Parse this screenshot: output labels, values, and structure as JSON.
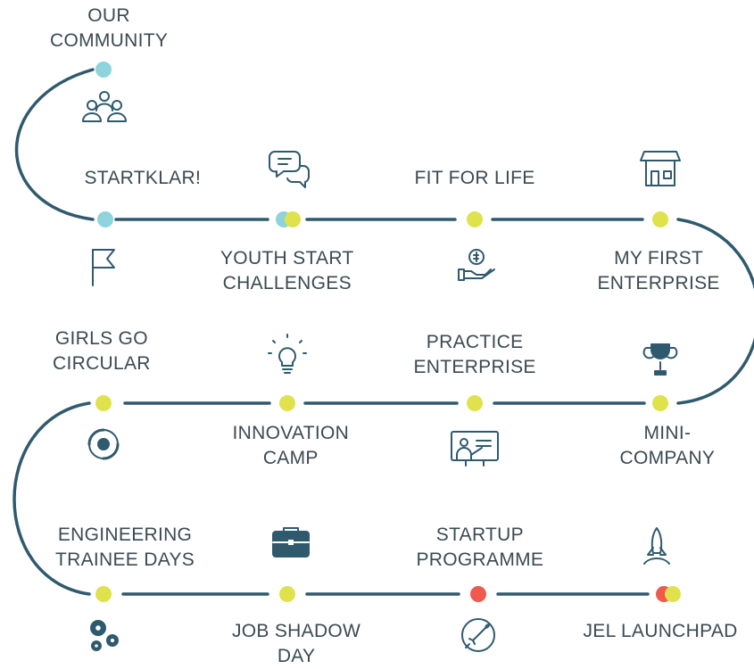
{
  "colors": {
    "line": "#2f5a6e",
    "teal_dot": "#8fd3dc",
    "yellow_dot": "#dfe24c",
    "red_dot": "#f05a4e",
    "text": "#3b4a52",
    "icon": "#2f5a6e"
  },
  "steps": [
    {
      "id": "our-community",
      "lines": [
        "OUR",
        "COMMUNITY"
      ],
      "dots": [
        "teal"
      ],
      "icon": "people-group-icon"
    },
    {
      "id": "startklar",
      "lines": [
        "STARTKLAR!"
      ],
      "dots": [
        "teal"
      ],
      "icon": "flag-icon"
    },
    {
      "id": "youth-start-challenges",
      "lines": [
        "YOUTH START",
        "CHALLENGES"
      ],
      "dots": [
        "teal",
        "yellow"
      ],
      "icon": "chat-bubbles-icon"
    },
    {
      "id": "fit-for-life",
      "lines": [
        "FIT FOR LIFE"
      ],
      "dots": [
        "yellow"
      ],
      "icon": "hand-coin-icon"
    },
    {
      "id": "my-first-enterprise",
      "lines": [
        "MY FIRST",
        "ENTERPRISE"
      ],
      "dots": [
        "yellow"
      ],
      "icon": "storefront-icon"
    },
    {
      "id": "mini-company",
      "lines": [
        "MINI-",
        "COMPANY"
      ],
      "dots": [
        "yellow"
      ],
      "icon": "trophy-icon"
    },
    {
      "id": "practice-enterprise",
      "lines": [
        "PRACTICE",
        "ENTERPRISE"
      ],
      "dots": [
        "yellow"
      ],
      "icon": "presentation-board-icon"
    },
    {
      "id": "innovation-camp",
      "lines": [
        "INNOVATION",
        "CAMP"
      ],
      "dots": [
        "yellow"
      ],
      "icon": "lightbulb-icon"
    },
    {
      "id": "girls-go-circular",
      "lines": [
        "GIRLS GO",
        "CIRCULAR"
      ],
      "dots": [
        "yellow"
      ],
      "icon": "circular-gear-icon"
    },
    {
      "id": "engineering-trainee-days",
      "lines": [
        "ENGINEERING",
        "TRAINEE DAYS"
      ],
      "dots": [
        "yellow"
      ],
      "icon": "gears-icon"
    },
    {
      "id": "job-shadow-day",
      "lines": [
        "JOB SHADOW",
        "DAY"
      ],
      "dots": [
        "yellow"
      ],
      "icon": "briefcase-icon"
    },
    {
      "id": "startup-programme",
      "lines": [
        "STARTUP",
        "PROGRAMME"
      ],
      "dots": [
        "red"
      ],
      "icon": "rocket-circle-icon"
    },
    {
      "id": "jel-launchpad",
      "lines": [
        "JEL LAUNCHPAD"
      ],
      "dots": [
        "red",
        "yellow"
      ],
      "icon": "rocket-launch-icon"
    }
  ]
}
